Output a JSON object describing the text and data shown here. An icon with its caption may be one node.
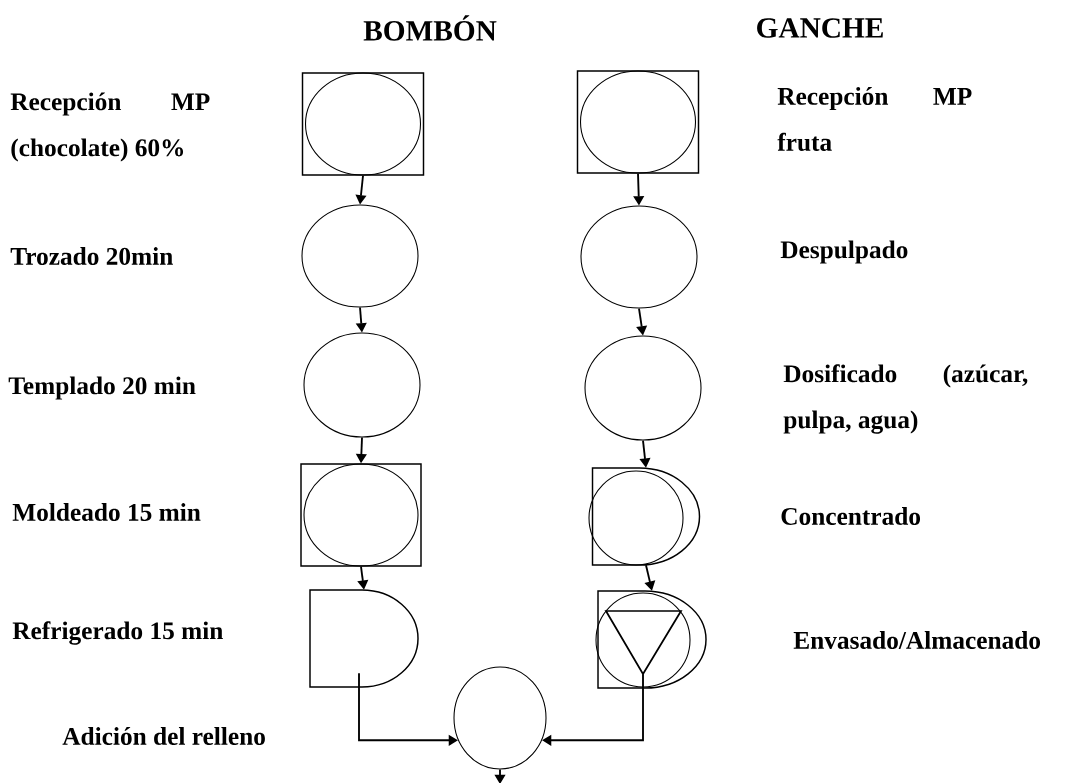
{
  "diagram": {
    "nodes": [
      {
        "text": [],
        "shape": "box"
      },
      {
        "text": [],
        "shape": "circle"
      },
      {
        "text": [],
        "shape": "circle"
      },
      {
        "text": [],
        "shape": "box"
      },
      {
        "text": [],
        "shape": "delay"
      },
      {
        "text": [],
        "shape": "box"
      },
      {
        "text": [],
        "shape": "circle"
      },
      {
        "text": [],
        "shape": "circle"
      },
      {
        "text": [],
        "shape": "capsule"
      },
      {
        "text": [],
        "shape": "triangle"
      },
      {
        "text": [],
        "shape": "circle"
      }
    ],
    "edges": [
      {
        "from": 0,
        "to": 1,
        "arrow": "to"
      },
      {
        "from": 1,
        "to": 2,
        "arrow": "to"
      },
      {
        "from": 2,
        "to": 3,
        "arrow": "to"
      },
      {
        "from": 3,
        "to": 4,
        "arrow": "to"
      },
      {
        "from": 5,
        "to": 6,
        "arrow": "to"
      },
      {
        "from": 6,
        "to": 7,
        "arrow": "to"
      },
      {
        "from": 7,
        "to": 8,
        "arrow": "to"
      },
      {
        "from": 8,
        "to": 9,
        "arrow": "to"
      },
      {
        "from": 4,
        "to": 10,
        "arrow": "to"
      },
      {
        "from": 9,
        "to": 10,
        "arrow": "to"
      },
      {
        "from": 10,
        "to": null,
        "arrow": "to"
      }
    ],
    "labels": [
      "BOMBÓN",
      "GANCHE",
      "Recepción MP (chocolate) 60%",
      "Recepción MP fruta",
      "Trozado 20min",
      "Despulpado",
      "Templado 20 min",
      "Dosificado (azúcar, pulpa, agua)",
      "Moldeado 15 min",
      "Concentrado",
      "Refrigerado 15 min",
      "Envasado/Almacenado",
      "Adición del relleno"
    ]
  }
}
